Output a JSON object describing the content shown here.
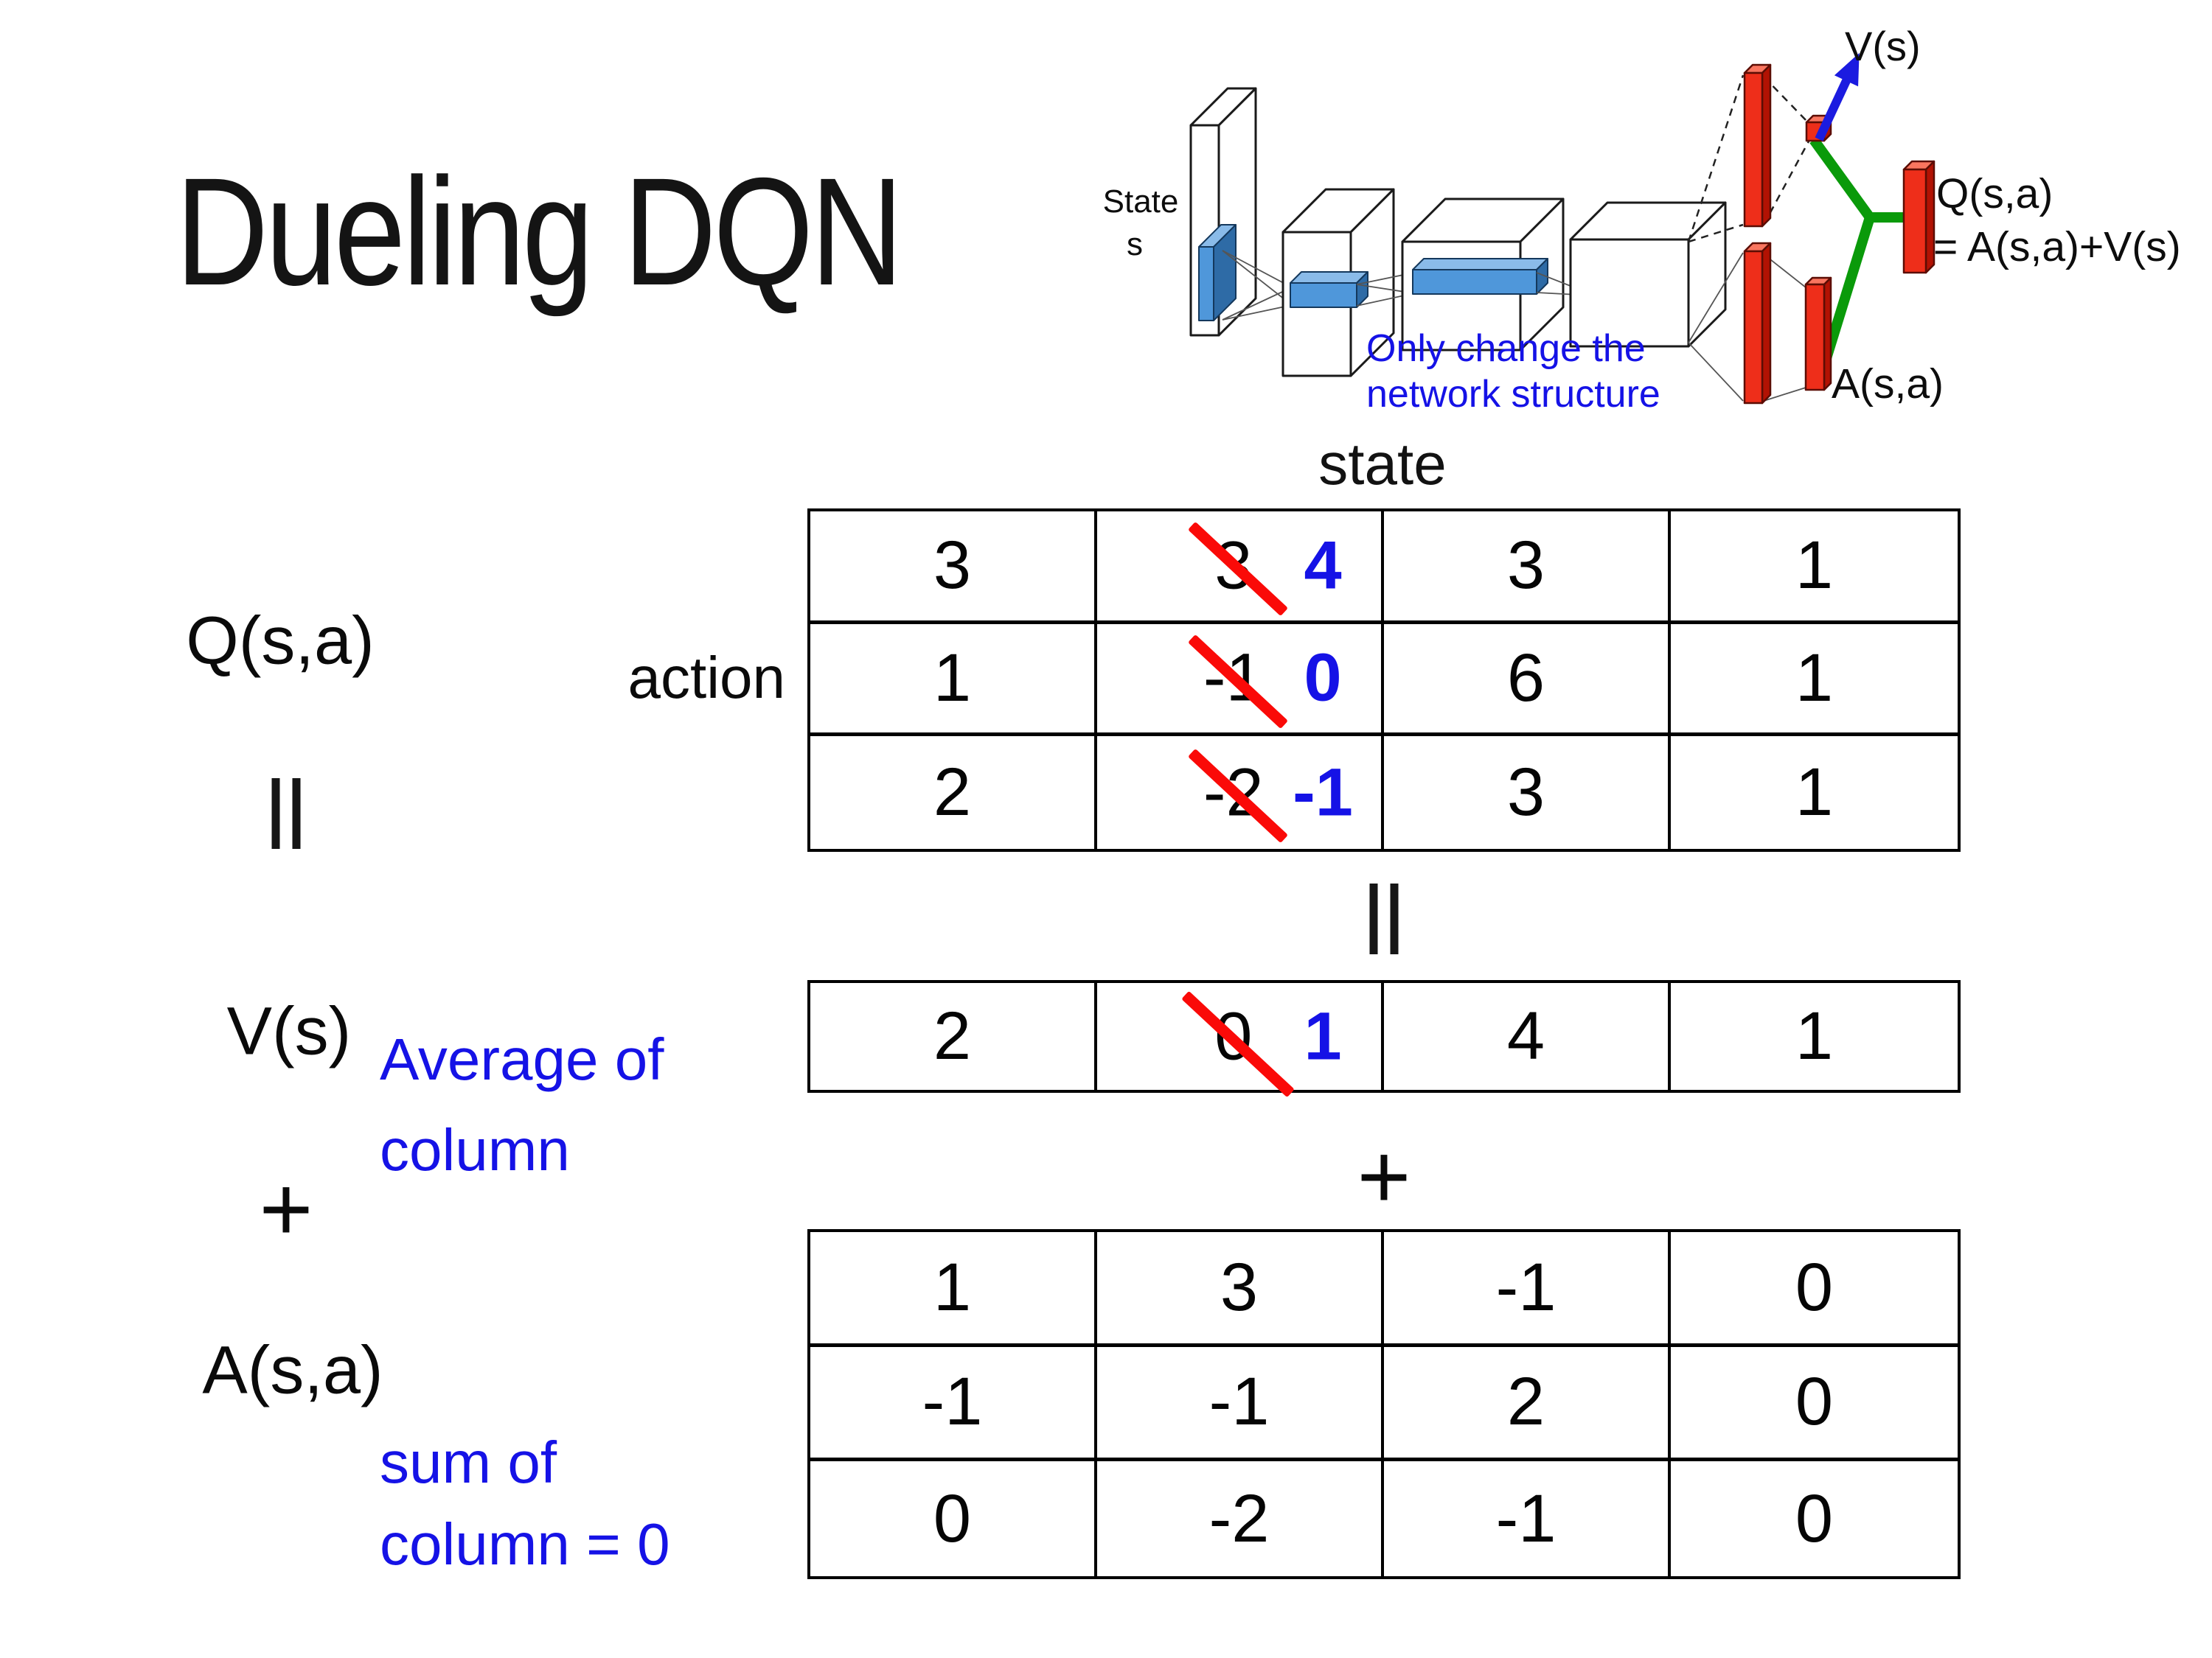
{
  "slide": {
    "title": "Dueling DQN"
  },
  "network_diagram": {
    "state_label": {
      "line1": "State",
      "line2": "s"
    },
    "caption": {
      "line1": "Only change the",
      "line2": "network structure",
      "color": "#1512e6"
    },
    "value_output_label": "V(s)",
    "q_output_label": "Q(s,a)",
    "q_output_formula": "= A(s,a)+V(s)",
    "advantage_output_label": "A(s,a)",
    "colors": {
      "feature_map_blue": "#4f97da",
      "layer_bar_red": "#ee2e1a",
      "merge_green": "#0a9a0a",
      "arrow_blue": "#1b1be0"
    }
  },
  "decomposition": {
    "q_matrix_label": "Q(s,a)",
    "equals_sign": "=",
    "v_vector_label": "V(s)",
    "v_note": {
      "line1": "Average of",
      "line2": "column"
    },
    "plus_sign": "+",
    "a_matrix_label": "A(s,a)",
    "a_note": {
      "line1": "sum of",
      "line2": "column = 0"
    },
    "note_color": "#1512e6"
  },
  "between_tables": {
    "equals_sign": "=",
    "plus_sign": "+"
  },
  "q_table": {
    "state_header": "state",
    "action_label": "action",
    "rows": [
      [
        "3",
        "3",
        "3",
        "1"
      ],
      [
        "1",
        "-1",
        "6",
        "1"
      ],
      [
        "2",
        "-2",
        "3",
        "1"
      ]
    ],
    "corrections": [
      "4",
      "0",
      "-1"
    ],
    "correction_color": "#1512e6",
    "strike_color": "#fa0a08"
  },
  "v_table": {
    "row": [
      "2",
      "0",
      "4",
      "1"
    ],
    "correction": "1"
  },
  "a_table": {
    "rows": [
      [
        "1",
        "3",
        "-1",
        "0"
      ],
      [
        "-1",
        "-1",
        "2",
        "0"
      ],
      [
        "0",
        "-2",
        "-1",
        "0"
      ]
    ]
  }
}
